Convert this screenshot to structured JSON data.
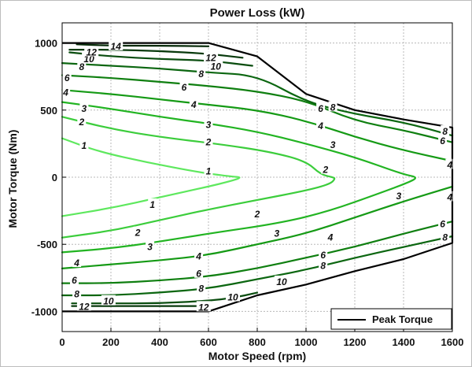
{
  "chart_data": {
    "type": "contour",
    "title": "Power Loss (kW)",
    "xlabel": "Motor Speed (rpm)",
    "ylabel": "Motor Torque (Nm)",
    "xlim": [
      0,
      1600
    ],
    "ylim": [
      -1150,
      1150
    ],
    "xticks": [
      0,
      200,
      400,
      600,
      800,
      1000,
      1200,
      1400,
      1600
    ],
    "yticks": [
      -1000,
      -500,
      0,
      500,
      1000
    ],
    "grid": true,
    "legend": {
      "position": "bottom-right",
      "entries": [
        "Peak Torque"
      ]
    },
    "colors": {
      "peak_torque": "#000000",
      "level_1": "#5ee85e",
      "level_2": "#3ccd3c",
      "level_3": "#22b422",
      "level_4": "#159a15",
      "level_6": "#0f7f10",
      "level_8": "#0b6610",
      "level_10": "#0a4d0f",
      "level_12": "#083a0c",
      "level_14": "#062a08"
    },
    "peak_torque": [
      [
        0,
        1000
      ],
      [
        600,
        1000
      ],
      [
        800,
        900
      ],
      [
        1000,
        620
      ],
      [
        1200,
        500
      ],
      [
        1400,
        430
      ],
      [
        1600,
        370
      ],
      [
        1600,
        -490
      ],
      [
        1400,
        -610
      ],
      [
        1200,
        -700
      ],
      [
        1000,
        -800
      ],
      [
        800,
        -880
      ],
      [
        600,
        -1000
      ],
      [
        0,
        -1000
      ]
    ],
    "contours": [
      {
        "level": "1",
        "points": [
          [
            0,
            290
          ],
          [
            150,
            190
          ],
          [
            350,
            110
          ],
          [
            550,
            40
          ],
          [
            690,
            5
          ],
          [
            740,
            0
          ],
          [
            690,
            -30
          ],
          [
            600,
            -70
          ],
          [
            400,
            -150
          ],
          [
            200,
            -230
          ],
          [
            0,
            -290
          ]
        ]
      },
      {
        "level": "2",
        "points": [
          [
            0,
            450
          ],
          [
            200,
            360
          ],
          [
            400,
            300
          ],
          [
            650,
            245
          ],
          [
            850,
            190
          ],
          [
            1000,
            120
          ],
          [
            1060,
            20
          ],
          [
            1110,
            0
          ],
          [
            1120,
            -10
          ],
          [
            1100,
            -50
          ],
          [
            1000,
            -100
          ],
          [
            800,
            -170
          ],
          [
            600,
            -240
          ],
          [
            400,
            -320
          ],
          [
            200,
            -400
          ],
          [
            0,
            -450
          ]
        ]
      },
      {
        "level": "3",
        "points": [
          [
            0,
            560
          ],
          [
            200,
            510
          ],
          [
            400,
            450
          ],
          [
            600,
            400
          ],
          [
            800,
            340
          ],
          [
            1000,
            250
          ],
          [
            1200,
            150
          ],
          [
            1400,
            20
          ],
          [
            1460,
            0
          ],
          [
            1420,
            -40
          ],
          [
            1300,
            -120
          ],
          [
            1100,
            -250
          ],
          [
            900,
            -340
          ],
          [
            600,
            -420
          ],
          [
            400,
            -480
          ],
          [
            200,
            -530
          ],
          [
            0,
            -560
          ]
        ]
      },
      {
        "level": "4",
        "points": [
          [
            0,
            650
          ],
          [
            200,
            620
          ],
          [
            400,
            580
          ],
          [
            600,
            540
          ],
          [
            800,
            500
          ],
          [
            1000,
            420
          ],
          [
            1200,
            300
          ],
          [
            1400,
            200
          ],
          [
            1600,
            120
          ]
        ],
        "points_b": [
          [
            1600,
            -70
          ],
          [
            1400,
            -180
          ],
          [
            1200,
            -300
          ],
          [
            1000,
            -420
          ],
          [
            800,
            -500
          ],
          [
            600,
            -580
          ],
          [
            400,
            -620
          ],
          [
            200,
            -650
          ],
          [
            0,
            -680
          ]
        ]
      },
      {
        "level": "6",
        "points": [
          [
            0,
            760
          ],
          [
            200,
            740
          ],
          [
            400,
            710
          ],
          [
            600,
            680
          ],
          [
            800,
            640
          ],
          [
            1000,
            570
          ],
          [
            1200,
            420
          ],
          [
            1400,
            350
          ],
          [
            1600,
            260
          ]
        ],
        "points_b": [
          [
            1600,
            -330
          ],
          [
            1400,
            -420
          ],
          [
            1200,
            -520
          ],
          [
            1000,
            -600
          ],
          [
            800,
            -680
          ],
          [
            600,
            -740
          ],
          [
            400,
            -770
          ],
          [
            200,
            -790
          ],
          [
            0,
            -790
          ]
        ]
      },
      {
        "level": "8",
        "points": [
          [
            0,
            850
          ],
          [
            200,
            830
          ],
          [
            400,
            810
          ],
          [
            600,
            780
          ],
          [
            800,
            760
          ],
          [
            1000,
            560
          ],
          [
            1200,
            470
          ],
          [
            1400,
            410
          ],
          [
            1600,
            310
          ]
        ],
        "points_b": [
          [
            1600,
            -440
          ],
          [
            1400,
            -520
          ],
          [
            1200,
            -600
          ],
          [
            1000,
            -690
          ],
          [
            800,
            -760
          ],
          [
            600,
            -830
          ],
          [
            400,
            -860
          ],
          [
            200,
            -880
          ],
          [
            0,
            -880
          ]
        ]
      },
      {
        "level": "10",
        "points": [
          [
            30,
            930
          ],
          [
            200,
            900
          ],
          [
            400,
            880
          ],
          [
            600,
            870
          ],
          [
            780,
            830
          ]
        ],
        "points_b": [
          [
            800,
            -860
          ],
          [
            700,
            -900
          ],
          [
            600,
            -920
          ],
          [
            400,
            -940
          ],
          [
            200,
            -940
          ],
          [
            40,
            -940
          ]
        ]
      },
      {
        "level": "12",
        "points": [
          [
            30,
            950
          ],
          [
            200,
            950
          ],
          [
            400,
            940
          ],
          [
            600,
            920
          ],
          [
            740,
            890
          ]
        ],
        "points_b": [
          [
            40,
            -960
          ],
          [
            200,
            -960
          ],
          [
            400,
            -960
          ],
          [
            600,
            -960
          ]
        ]
      },
      {
        "level": "14",
        "points": [
          [
            60,
            990
          ],
          [
            200,
            980
          ],
          [
            400,
            980
          ],
          [
            600,
            975
          ]
        ]
      }
    ],
    "contour_labels": [
      {
        "text": "1",
        "x": 90,
        "y": 235
      },
      {
        "text": "1",
        "x": 600,
        "y": 45
      },
      {
        "text": "1",
        "x": 370,
        "y": -205
      },
      {
        "text": "2",
        "x": 80,
        "y": 410
      },
      {
        "text": "2",
        "x": 600,
        "y": 260
      },
      {
        "text": "2",
        "x": 1080,
        "y": 55
      },
      {
        "text": "2",
        "x": 800,
        "y": -275
      },
      {
        "text": "2",
        "x": 310,
        "y": -415
      },
      {
        "text": "3",
        "x": 90,
        "y": 510
      },
      {
        "text": "3",
        "x": 600,
        "y": 390
      },
      {
        "text": "3",
        "x": 1110,
        "y": 240
      },
      {
        "text": "3",
        "x": 1380,
        "y": -140
      },
      {
        "text": "3",
        "x": 360,
        "y": -520
      },
      {
        "text": "3",
        "x": 880,
        "y": -420
      },
      {
        "text": "4",
        "x": 15,
        "y": 630
      },
      {
        "text": "4",
        "x": 540,
        "y": 540
      },
      {
        "text": "4",
        "x": 1060,
        "y": 380
      },
      {
        "text": "4",
        "x": 1590,
        "y": 90
      },
      {
        "text": "4",
        "x": 1590,
        "y": -150
      },
      {
        "text": "4",
        "x": 1100,
        "y": -450
      },
      {
        "text": "4",
        "x": 560,
        "y": -590
      },
      {
        "text": "4",
        "x": 60,
        "y": -640
      },
      {
        "text": "6",
        "x": 20,
        "y": 740
      },
      {
        "text": "6",
        "x": 500,
        "y": 670
      },
      {
        "text": "6",
        "x": 1060,
        "y": 510
      },
      {
        "text": "6",
        "x": 1560,
        "y": 270
      },
      {
        "text": "6",
        "x": 1560,
        "y": -350
      },
      {
        "text": "6",
        "x": 1070,
        "y": -580
      },
      {
        "text": "6",
        "x": 560,
        "y": -720
      },
      {
        "text": "6",
        "x": 50,
        "y": -770
      },
      {
        "text": "8",
        "x": 80,
        "y": 820
      },
      {
        "text": "8",
        "x": 570,
        "y": 770
      },
      {
        "text": "8",
        "x": 1110,
        "y": 520
      },
      {
        "text": "8",
        "x": 1570,
        "y": 340
      },
      {
        "text": "8",
        "x": 1570,
        "y": -450
      },
      {
        "text": "8",
        "x": 1070,
        "y": -660
      },
      {
        "text": "8",
        "x": 570,
        "y": -830
      },
      {
        "text": "8",
        "x": 60,
        "y": -870
      },
      {
        "text": "10",
        "x": 110,
        "y": 880
      },
      {
        "text": "10",
        "x": 630,
        "y": 825
      },
      {
        "text": "10",
        "x": 900,
        "y": -780
      },
      {
        "text": "10",
        "x": 700,
        "y": -895
      },
      {
        "text": "10",
        "x": 190,
        "y": -925
      },
      {
        "text": "12",
        "x": 120,
        "y": 930
      },
      {
        "text": "12",
        "x": 610,
        "y": 890
      },
      {
        "text": "12",
        "x": 580,
        "y": -970
      },
      {
        "text": "12",
        "x": 90,
        "y": -965
      },
      {
        "text": "14",
        "x": 220,
        "y": 975
      }
    ]
  }
}
